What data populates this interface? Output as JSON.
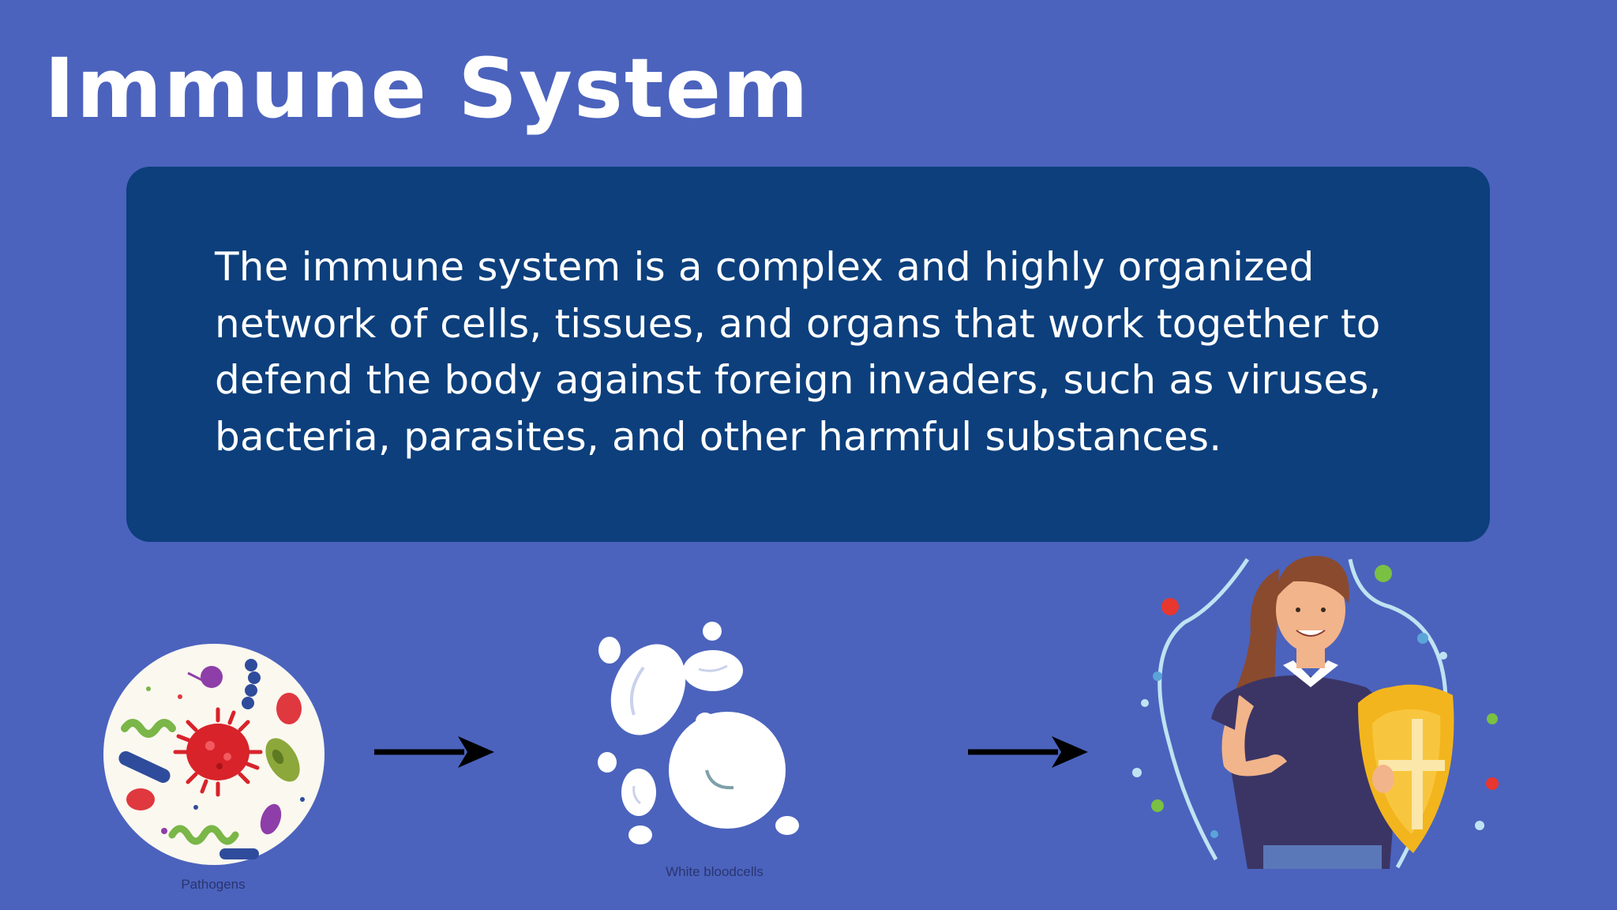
{
  "slide": {
    "title": "Immune System",
    "body": "The immune system is a complex and highly organized network of cells, tissues, and organs that work together to defend the body against foreign invaders, such as viruses, bacteria, parasites, and other harmful substances."
  },
  "illustrations": {
    "pathogens_caption": "Pathogens",
    "white_blood_cells_caption": "White bloodcells",
    "icons": [
      "pathogens-icon",
      "arrow-right-icon",
      "white-blood-cells-icon",
      "arrow-right-icon",
      "person-with-shield-icon"
    ]
  },
  "colors": {
    "background": "#4B63BD",
    "text_box": "#0C3F7C",
    "text": "#FFFFFF"
  }
}
